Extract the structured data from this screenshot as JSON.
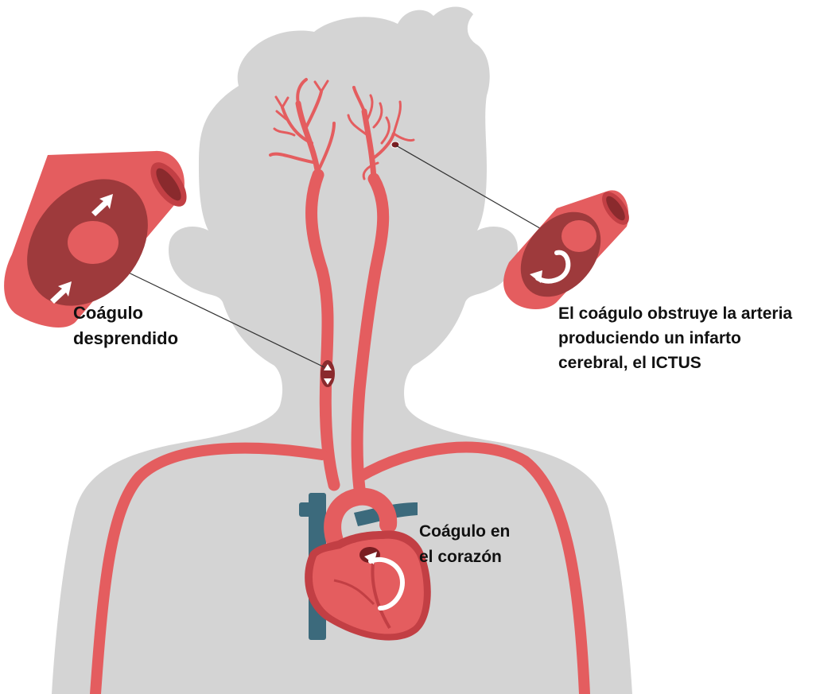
{
  "colors": {
    "silhouette": "#d4d4d4",
    "artery": "#e45d5f",
    "artery_dark": "#c8454a",
    "artery_inner": "#9e3a3c",
    "clot": "#e45d5f",
    "vein": "#3c6a7c",
    "heart": "#e45d5f",
    "heart_dark": "#b8393e",
    "arrow": "#ffffff",
    "leader_line": "#333333",
    "text": "#111111"
  },
  "labels": {
    "detached_clot": {
      "line1": "Coágulo",
      "line2": "desprendido"
    },
    "stroke": {
      "line1": "El coágulo obstruye la arteria",
      "line2": "produciendo un infarto",
      "line3": "cerebral, el ICTUS"
    },
    "heart_clot": {
      "line1": "Coágulo en",
      "line2": "el corazón"
    }
  },
  "icons": {
    "silhouette": "child-silhouette",
    "left_callout": "artery-cross-section-flowing-clot",
    "right_callout": "artery-cross-section-blocked",
    "heart": "heart-with-clot"
  }
}
